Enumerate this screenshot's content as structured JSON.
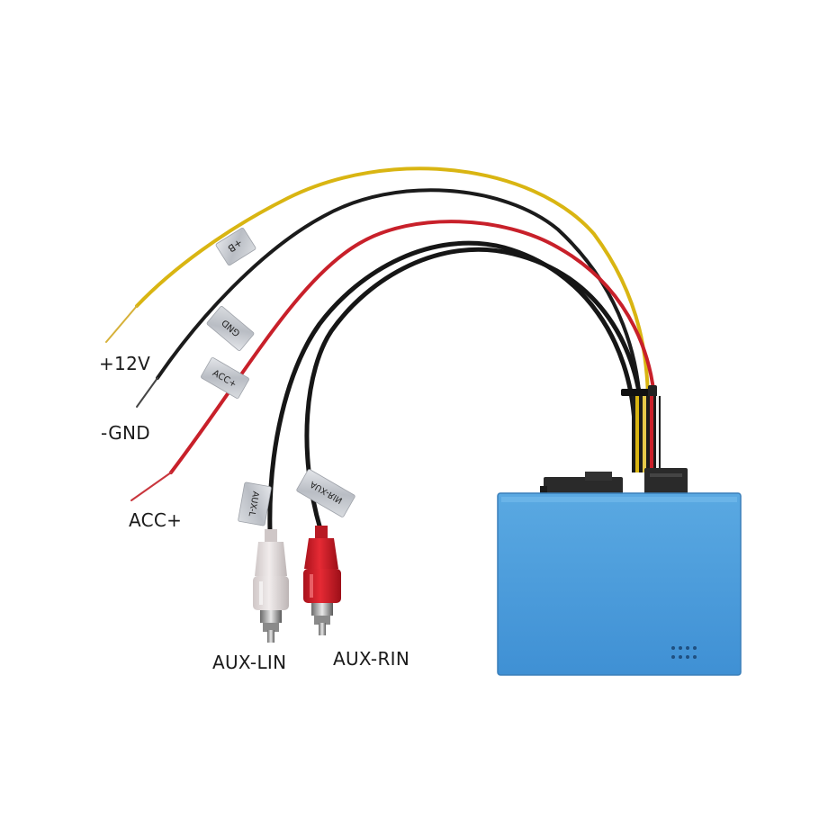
{
  "labels": {
    "power": "+12V",
    "ground": "-GND",
    "accessory": "ACC+",
    "aux_left": "AUX-LIN",
    "aux_right": "AUX-RIN"
  },
  "tags": {
    "power": "+B",
    "ground": "GND",
    "accessory": "ACC+",
    "aux_left": "AUX-L",
    "aux_right": "AUX-RIN"
  },
  "colors": {
    "wire_yellow": "#d9b512",
    "wire_black": "#1b1b1b",
    "wire_red": "#c8202a",
    "module_blue": "#4d9fdc",
    "rca_white": "#e3dcdc",
    "rca_red": "#d8202a",
    "label_tape": "#c9ccd2"
  }
}
